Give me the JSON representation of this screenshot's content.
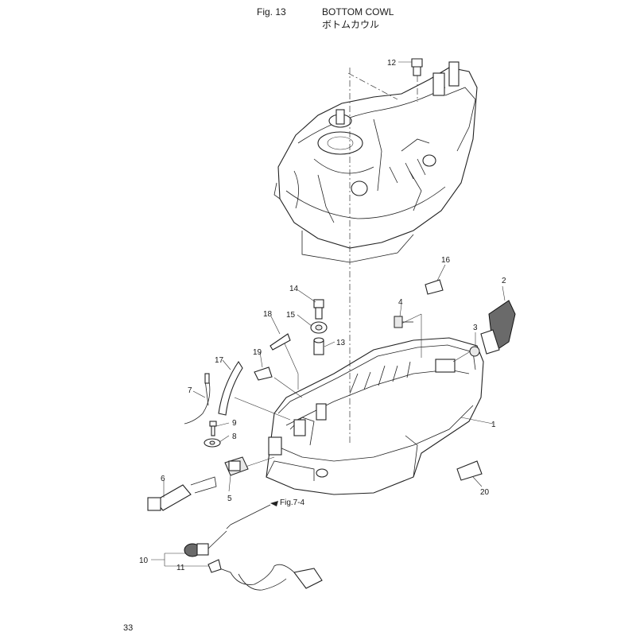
{
  "header": {
    "figure_number": "Fig. 13",
    "title_en": "BOTTOM COWL",
    "title_jp": "ボトムカウル"
  },
  "page_number": "33",
  "cross_reference": "Fig.7-4",
  "parts": [
    {
      "ref": "1"
    },
    {
      "ref": "2"
    },
    {
      "ref": "3"
    },
    {
      "ref": "4"
    },
    {
      "ref": "5"
    },
    {
      "ref": "6"
    },
    {
      "ref": "7"
    },
    {
      "ref": "8"
    },
    {
      "ref": "9"
    },
    {
      "ref": "10"
    },
    {
      "ref": "11"
    },
    {
      "ref": "12"
    },
    {
      "ref": "13"
    },
    {
      "ref": "14"
    },
    {
      "ref": "15"
    },
    {
      "ref": "16"
    },
    {
      "ref": "17"
    },
    {
      "ref": "18"
    },
    {
      "ref": "19"
    },
    {
      "ref": "20"
    }
  ],
  "colors": {
    "line": "#222222",
    "fill_dark": "#6a6a6a",
    "fill_light": "#e8e8e8",
    "background": "#ffffff"
  }
}
